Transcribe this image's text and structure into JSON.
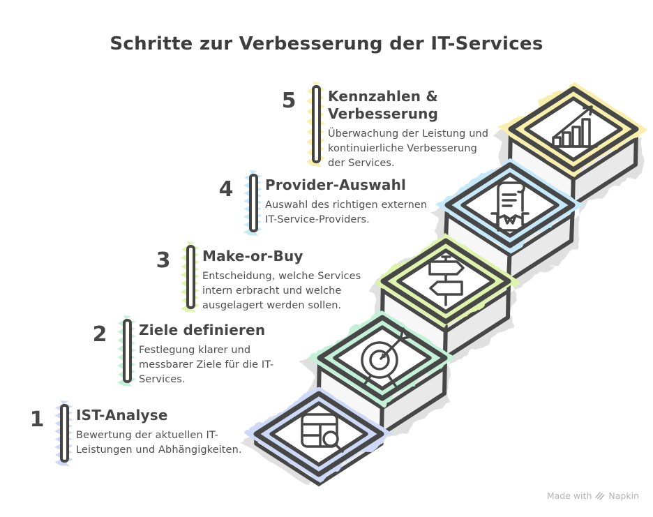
{
  "title": "Schritte zur Verbesserung der IT-Services",
  "steps": [
    {
      "number": "1",
      "label": "IST-Analyse",
      "description": "Bewertung der aktuellen IT-\nLeistungen und Abhängigkeiten.",
      "color": "#cdd9f6",
      "icon": "table-search-icon"
    },
    {
      "number": "2",
      "label": "Ziele definieren",
      "description": "Festlegung klarer und\nmessbarer Ziele für die IT-\nServices.",
      "color": "#c3f1d8",
      "icon": "target-arrow-icon"
    },
    {
      "number": "3",
      "label": "Make-or-Buy",
      "description": "Entscheidung, welche Services\nintern erbracht und welche\nausgelagert werden sollen.",
      "color": "#def3ac",
      "icon": "signpost-icon"
    },
    {
      "number": "4",
      "label": "Provider-Auswahl",
      "description": "Auswahl des richtigen externen\nIT-Service-Providers.",
      "color": "#c6e9f9",
      "icon": "contract-handshake-icon"
    },
    {
      "number": "5",
      "label": "Kennzahlen &\nVerbesserung",
      "description": "Überwachung der Leistung und\nkontinuierliche Verbesserung\nder Services.",
      "color": "#f9efad",
      "icon": "growth-chart-icon"
    }
  ],
  "colors": {
    "stroke": "#474747",
    "wall_light": "#f7f7f7",
    "wall_shade": "#e9e9e9",
    "shadow": "#e0e0e0",
    "text_dark": "#454545",
    "text_body": "#4e4e4e"
  },
  "watermark": {
    "prefix": "Made with",
    "brand": "Napkin"
  }
}
